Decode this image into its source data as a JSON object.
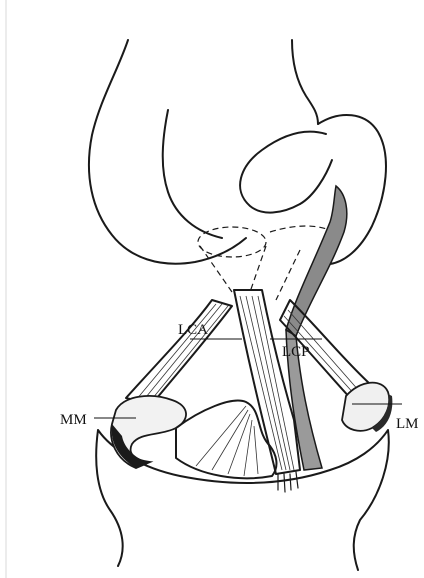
{
  "labels": {
    "lca": "LCA",
    "lcp": "LCP",
    "mm": "MM",
    "lm": "LM"
  },
  "colors": {
    "ink": "#1a1a1a",
    "shade": "#6b6b6b",
    "background": "#ffffff"
  }
}
